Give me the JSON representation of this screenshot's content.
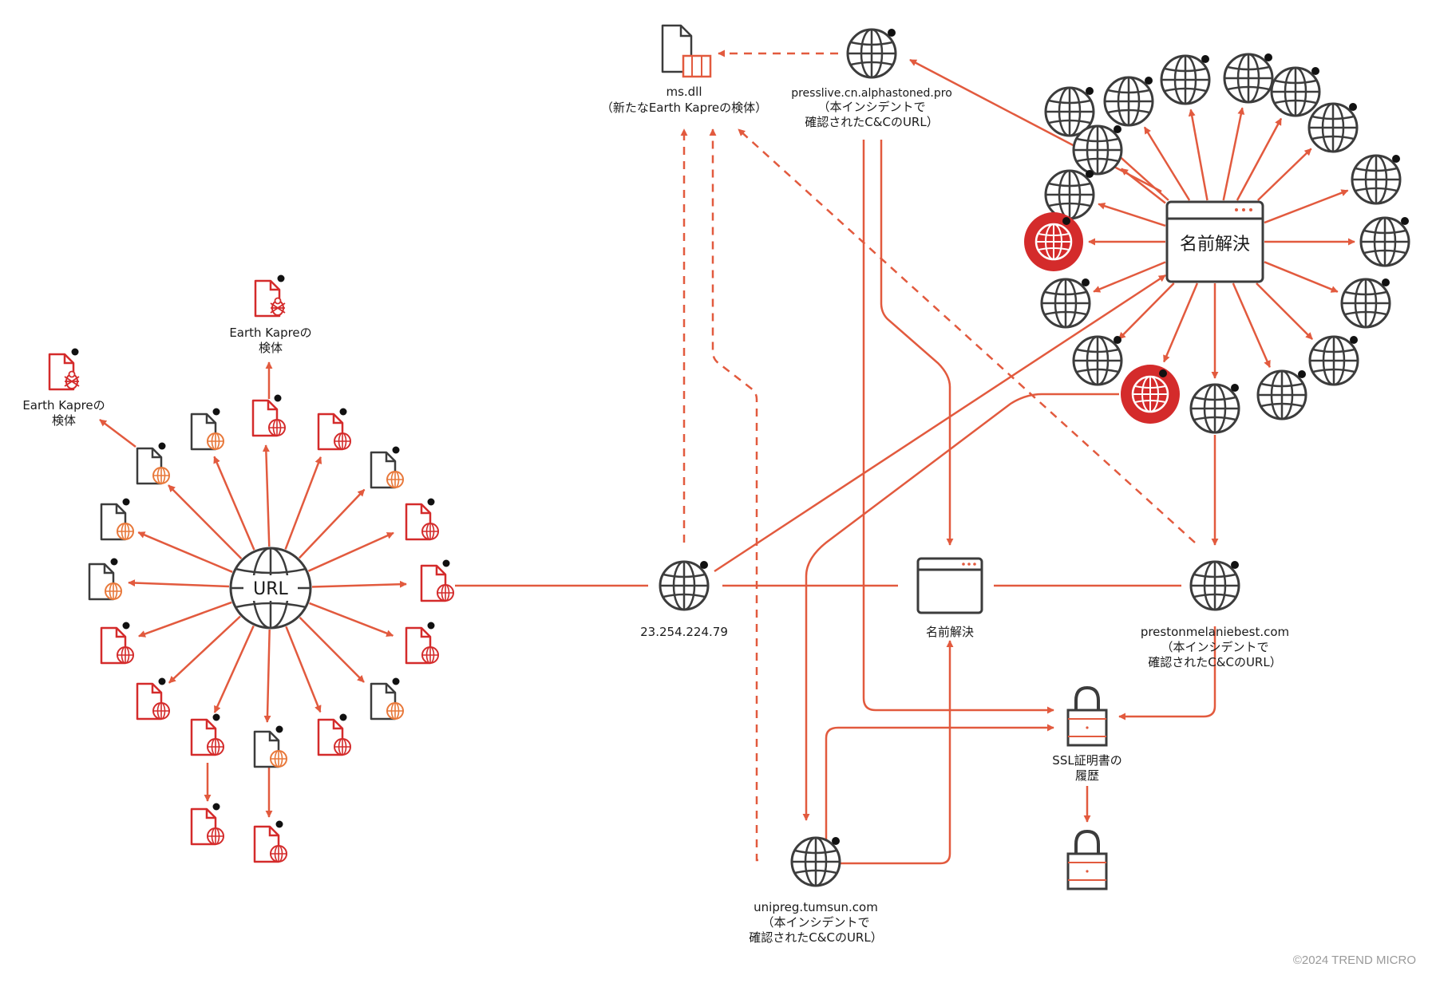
{
  "colors": {
    "accent": "#e25a3e",
    "dark": "#3c3c3c",
    "red": "#d42b2b"
  },
  "url_hub": {
    "label": "URL"
  },
  "earth_kapre_detections": [
    {
      "line1": "Earth Kapreの",
      "line2": "検体"
    },
    {
      "line1": "Earth Kapreの",
      "line2": "検体"
    }
  ],
  "ms_dll": {
    "name": "ms.dll",
    "note": "（新たなEarth Kapreの検体）"
  },
  "presslive": {
    "domain": "presslive.cn.alphastoned.pro",
    "note1": "（本インシデントで",
    "note2": "確認されたC&CのURL）"
  },
  "ip_node": {
    "label": "23.254.224.79"
  },
  "name_resolution_center": {
    "label": "名前解決"
  },
  "name_resolution_cluster": {
    "label": "名前解決"
  },
  "preston": {
    "domain": "prestonmelaniebest.com",
    "note1": "（本インシデントで",
    "note2": "確認されたC&CのURL）"
  },
  "unipreg": {
    "domain": "unipreg.tumsun.com",
    "note1": "（本インシデントで",
    "note2": "確認されたC&CのURL）"
  },
  "ssl_history": {
    "line1": "SSL証明書の",
    "line2": "履歴"
  },
  "copyright": "©2024 TREND MICRO"
}
